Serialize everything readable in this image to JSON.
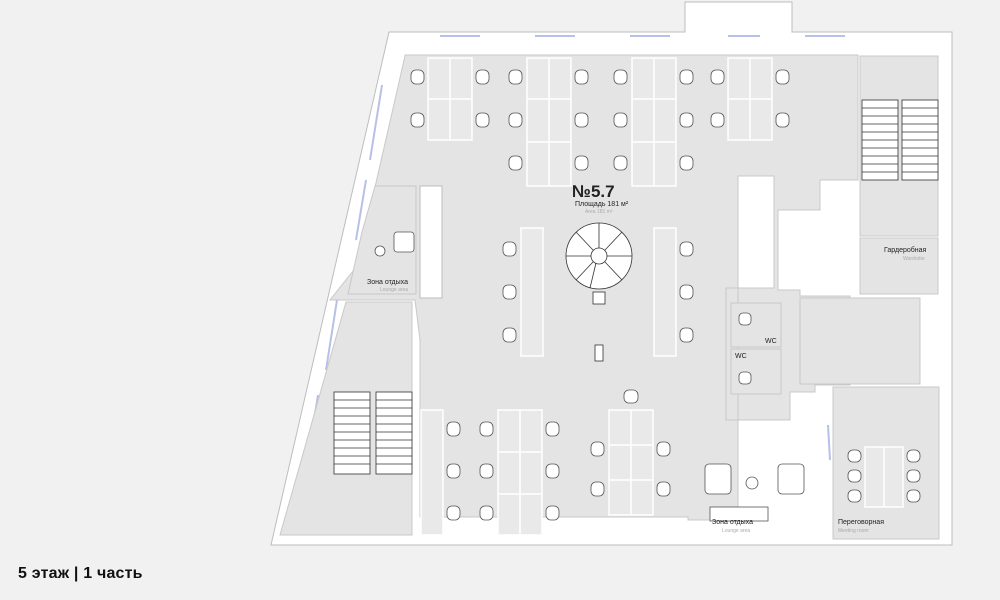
{
  "plan": {
    "unit_number": "№5.7",
    "area_label": "Площадь 181 м²",
    "area_label_en": "Area 181 m²",
    "rooms": {
      "lounge_left": {
        "name": "Зона отдыха",
        "name_en": "Lounge area"
      },
      "wardrobe": {
        "name": "Гардеробная",
        "name_en": "Wardrobe"
      },
      "wc_top": {
        "name": "WC"
      },
      "wc_bottom": {
        "name": "WC"
      },
      "lounge_bottom": {
        "name": "Зона отдыха",
        "name_en": "Lounge area"
      },
      "meeting": {
        "name": "Переговорная",
        "name_en": "Meeting room"
      }
    }
  },
  "floor_caption": "5 этаж  |  1 часть",
  "colors": {
    "floor": "#e4e4e4",
    "background": "#f1f1f1",
    "wall": "#ffffff",
    "wall_outline": "#bdbdbd",
    "window": "#b7c0e6"
  }
}
